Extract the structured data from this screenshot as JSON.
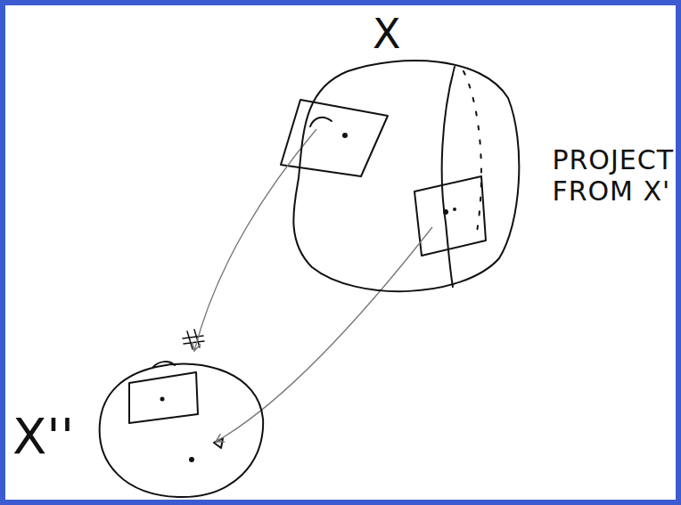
{
  "diagram": {
    "nodes": [
      {
        "text": [
          "X"
        ]
      },
      {
        "text": [
          "X''"
        ]
      }
    ],
    "edges": [
      {
        "from": 0,
        "to": 1,
        "arrow": "to"
      },
      {
        "from": 0,
        "to": 1,
        "arrow": "to"
      }
    ],
    "labels": [
      "PROJECT FROM X'"
    ]
  }
}
